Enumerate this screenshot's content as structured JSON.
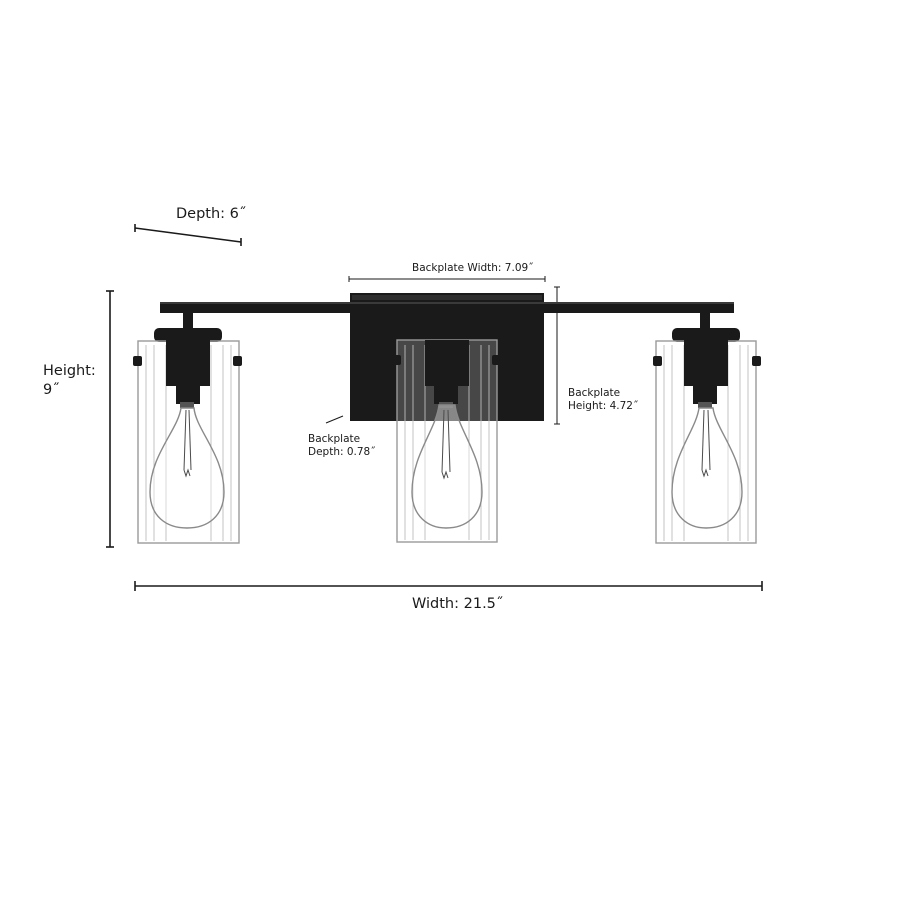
{
  "dimensions": {
    "depth": "Depth: 6˝",
    "height_line1": "Height:",
    "height_line2": "9˝",
    "width": "Width: 21.5˝",
    "backplate_width": "Backplate Width: 7.09˝",
    "backplate_height_line1": "Backplate",
    "backplate_height_line2": "Height: 4.72˝",
    "backplate_depth_line1": "Backplate",
    "backplate_depth_line2": "Depth: 0.78˝"
  },
  "colors": {
    "metal": "#1a1a1a",
    "glass_edge": "#9a9a9a",
    "dimension_line": "#1a1a1a"
  }
}
